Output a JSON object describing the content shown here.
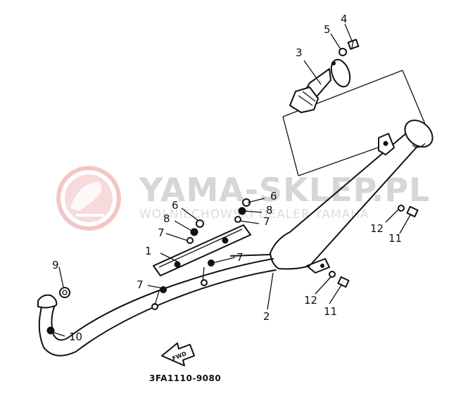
{
  "diagram": {
    "code": "3FA1110-9080",
    "fwd_label": "FWD",
    "part_numbers": [
      "1",
      "2",
      "3",
      "4",
      "5",
      "6",
      "6",
      "7",
      "7",
      "7",
      "7",
      "8",
      "8",
      "9",
      "10",
      "11",
      "11",
      "12",
      "12"
    ]
  },
  "watermark": {
    "title": "YAMA-SKLEP.PL",
    "subtitle": "WOLNIECHOWSKI DEALER YAMAHA"
  }
}
